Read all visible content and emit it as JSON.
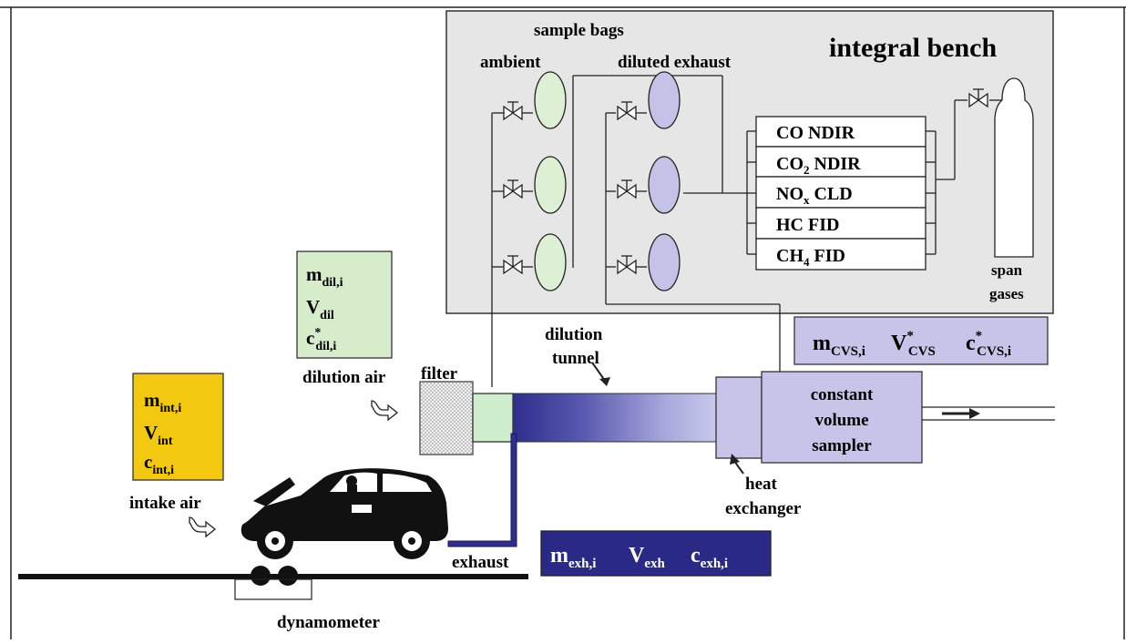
{
  "bench": {
    "title": "integral bench",
    "sample_bags_label": "sample bags",
    "ambient_label": "ambient",
    "diluted_exhaust_label": "diluted exhaust",
    "span_label": "span",
    "gases_label": "gases"
  },
  "analyzers": [
    {
      "main": "CO",
      "sub": "",
      "rest": " NDIR"
    },
    {
      "main": "CO",
      "sub": "2",
      "rest": " NDIR"
    },
    {
      "main": "NO",
      "sub": "x",
      "rest": " CLD"
    },
    {
      "main": "HC",
      "sub": "",
      "rest": " FID"
    },
    {
      "main": "CH",
      "sub": "4",
      "rest": " FID"
    }
  ],
  "boxes": {
    "dil": {
      "m": "m",
      "m_sub": "dil,i",
      "v": "V",
      "v_sub": "dil",
      "c": "c",
      "c_sup": "*",
      "c_sub": "dil,i",
      "color": "#d6ecca"
    },
    "int": {
      "m": "m",
      "m_sub": "int,i",
      "v": "V",
      "v_sub": "int",
      "c": "c",
      "c_sub": "int,i",
      "color": "#f2c811"
    },
    "cvs": {
      "m": "m",
      "m_sub": "CVS,i",
      "v": "V",
      "v_sup": "*",
      "v_sub": "CVS",
      "c": "c",
      "c_sup": "*",
      "c_sub": "CVS,i",
      "color": "#c8c3e8"
    },
    "exh": {
      "m": "m",
      "m_sub": "exh,i",
      "v": "V",
      "v_sub": "exh",
      "c": "c",
      "c_sub": "exh,i",
      "color": "#2a2a86"
    }
  },
  "labels": {
    "dilution_air": "dilution air",
    "filter": "filter",
    "dilution": "dilution",
    "tunnel": "tunnel",
    "intake_air": "intake air",
    "exhaust": "exhaust",
    "heat": "heat",
    "exchanger": "exchanger",
    "cvs_line1": "constant",
    "cvs_line2": "volume",
    "cvs_line3": "sampler",
    "dynamometer": "dynamometer"
  },
  "colors": {
    "bench_fill": "#e6e6e6",
    "ambient_bag": "#ddf0d4",
    "diluted_bag": "#c4c2e6",
    "tunnel_dark": "#2e2e8c",
    "cvs_fill": "#c8c3e8",
    "filter_junction": "#cfeecd"
  }
}
